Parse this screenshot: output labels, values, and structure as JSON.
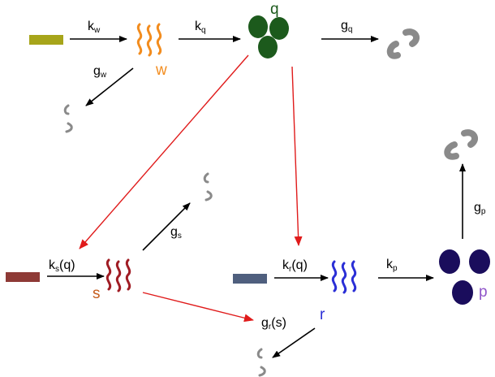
{
  "colors": {
    "w": "#f28c1e",
    "q": "#1c5a1c",
    "s": "#a01c24",
    "s_label": "#c65d1e",
    "r": "#2b2fd6",
    "p": "#1a0d5c",
    "p_label": "#8f55c9",
    "gene_w": "#a7a51a",
    "gene_s": "#8e3a36",
    "gene_r": "#4f5f7e",
    "degraded": "#8a8a8a",
    "regulation_arrow": "#e01b1b",
    "arrow": "#000000"
  },
  "species": {
    "w": "w",
    "q": "q",
    "s": "s",
    "r": "r",
    "p": "p"
  },
  "rates": {
    "kw": {
      "main": "k",
      "sub": "w",
      "suffix": ""
    },
    "kq": {
      "main": "k",
      "sub": "q",
      "suffix": ""
    },
    "gq": {
      "main": "g",
      "sub": "q",
      "suffix": ""
    },
    "gw": {
      "main": "g",
      "sub": "w",
      "suffix": ""
    },
    "ks": {
      "main": "k",
      "sub": "s",
      "suffix": "(q)"
    },
    "gs": {
      "main": "g",
      "sub": "s",
      "suffix": ""
    },
    "kr": {
      "main": "k",
      "sub": "r",
      "suffix": "(q)"
    },
    "kp": {
      "main": "k",
      "sub": "p",
      "suffix": ""
    },
    "gp": {
      "main": "g",
      "sub": "p",
      "suffix": ""
    },
    "gr": {
      "main": "g",
      "sub": "r",
      "suffix": "(s)"
    }
  },
  "icons": {
    "gene": "gene-bar-icon",
    "mrna": "mrna-squiggle-icon",
    "protein": "protein-cluster-icon",
    "degraded": "degraded-fragment-icon"
  }
}
